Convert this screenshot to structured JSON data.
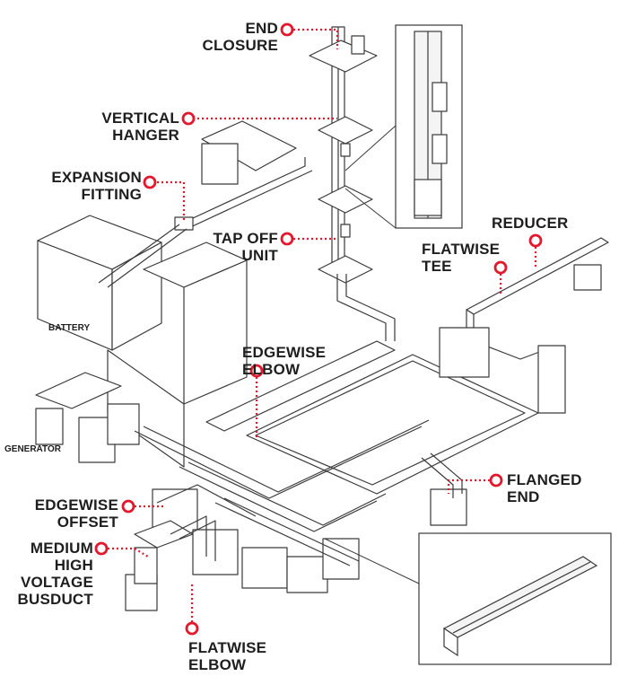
{
  "accent_color": "#e3182d",
  "line_color": "#3a3a3a",
  "callouts": {
    "end_closure": [
      "END",
      "CLOSURE"
    ],
    "vertical_hanger": [
      "VERTICAL",
      "HANGER"
    ],
    "expansion_fitting": [
      "EXPANSION",
      "FITTING"
    ],
    "tap_off_unit": [
      "TAP OFF",
      "UNIT"
    ],
    "reducer": [
      "REDUCER"
    ],
    "flatwise_tee": [
      "FLATWISE",
      "TEE"
    ],
    "edgewise_elbow": [
      "EDGEWISE",
      "ELBOW"
    ],
    "flanged_end": [
      "FLANGED",
      "END"
    ],
    "edgewise_offset": [
      "EDGEWISE",
      "OFFSET"
    ],
    "medium_high_voltage_busduct": [
      "MEDIUM",
      "HIGH",
      "VOLTAGE",
      "BUSDUCT"
    ],
    "flatwise_elbow": [
      "FLATWISE",
      "ELBOW"
    ]
  },
  "room_labels": {
    "battery": "BATTERY",
    "generator": "GENERATOR"
  }
}
